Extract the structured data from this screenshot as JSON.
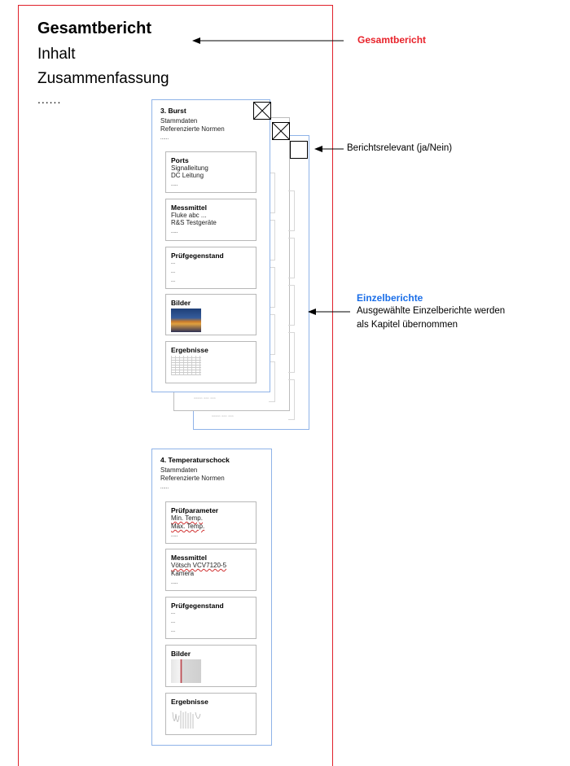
{
  "overview": {
    "title": "Gesamtbericht",
    "lines": [
      "Inhalt",
      "Zusammenfassung"
    ],
    "ellipsis": "......"
  },
  "annotations": {
    "gesamtbericht_label": "Gesamtbericht",
    "berichtsrelevant_label": "Berichtsrelevant (ja/Nein)",
    "einzelberichte_title": "Einzelberichte",
    "einzelberichte_line1": "Ausgewählte Einzelberichte werden",
    "einzelberichte_line2": "als Kapitel übernommen"
  },
  "report_burst": {
    "title": "3. Burst",
    "lines": [
      "Stammdaten",
      "Referenzierte Normen",
      "......"
    ],
    "sections": [
      {
        "title": "Ports",
        "lines": [
          "Signalleitung",
          "DC Leitung",
          "....."
        ]
      },
      {
        "title": "Messmittel",
        "lines": [
          "Fluke abc ...",
          "R&S Testgeräte",
          "....."
        ]
      },
      {
        "title": "Prüfgegenstand",
        "lines": [
          "...",
          "...",
          "..."
        ]
      },
      {
        "title": "Bilder",
        "lines": []
      },
      {
        "title": "Ergebnisse",
        "lines": []
      }
    ],
    "checked": [
      true,
      true,
      false
    ]
  },
  "report_temp": {
    "title": "4. Temperaturschock",
    "lines": [
      "Stammdaten",
      "Referenzierte Normen",
      "......"
    ],
    "sections": [
      {
        "title": "Prüfparameter",
        "lines": [
          "Min. Temp.",
          "Max. Temp.",
          "....."
        ]
      },
      {
        "title": "Messmittel",
        "lines": [
          "Vötsch VCV7120-5",
          "Kamera",
          "....."
        ]
      },
      {
        "title": "Prüfgegenstand",
        "lines": [
          "...",
          "...",
          "..."
        ]
      },
      {
        "title": "Bilder",
        "lines": []
      },
      {
        "title": "Ergebnisse",
        "lines": []
      }
    ]
  },
  "colors": {
    "frame": "#e0202a",
    "report_border": "#8fb3e8",
    "red_label": "#e8222a",
    "blue_label": "#1a6ee8"
  }
}
